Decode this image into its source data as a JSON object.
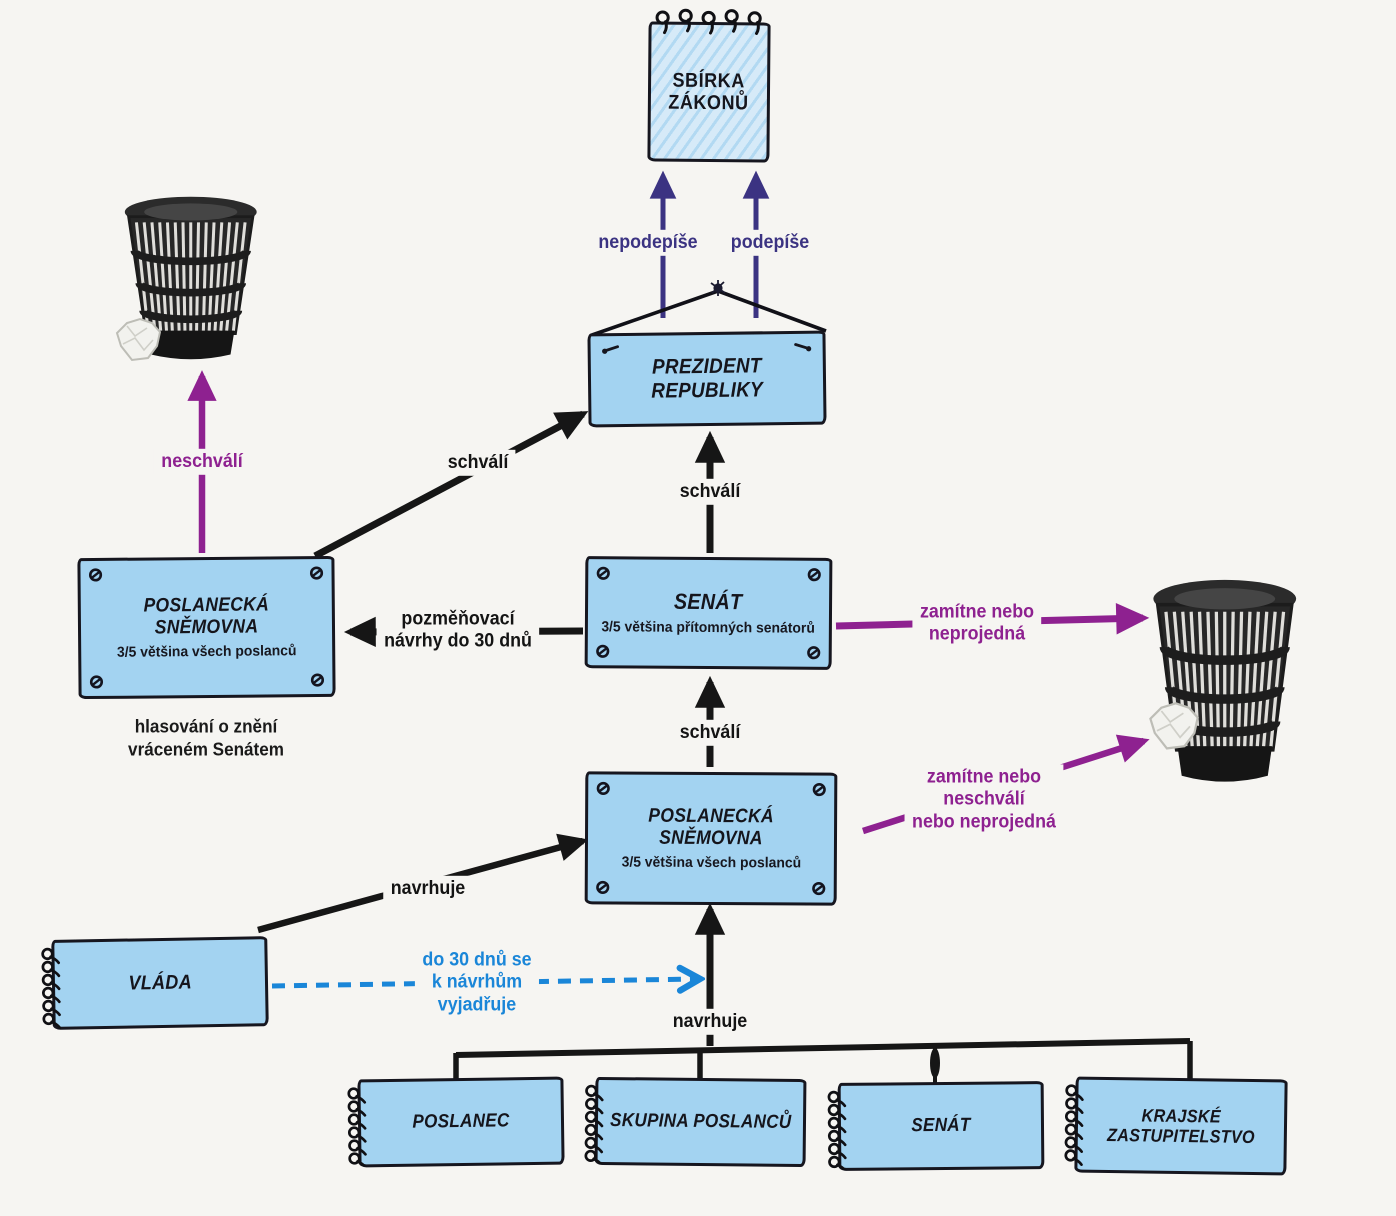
{
  "colors": {
    "bg": "#f6f5f2",
    "ink": "#16161f",
    "line": "#161616",
    "purple": "#8e2190",
    "navy": "#3b3382",
    "blue": "#1a86d8",
    "box-fill": "#a3d3f1"
  },
  "nodes": {
    "sbirka": {
      "title": "SBÍRKA\nZÁKONŮ"
    },
    "prezident": {
      "title": "PREZIDENT REPUBLIKY"
    },
    "senat": {
      "title": "SENÁT",
      "subtitle": "3/5 většina přítomných senátorů"
    },
    "snemovna_horni": {
      "title": "POSLANECKÁ SNĚMOVNA",
      "subtitle": "3/5 většina všech poslanců",
      "caption": "hlasování o znění\nvráceném Senátem"
    },
    "snemovna_dolni": {
      "title": "POSLANECKÁ SNĚMOVNA",
      "subtitle": "3/5 většina všech poslanců"
    },
    "vlada": {
      "title": "VLÁDA"
    },
    "poslanec": {
      "title": "POSLANEC"
    },
    "skupina_poslancu": {
      "title": "SKUPINA POSLANCŮ"
    },
    "senat_navrh": {
      "title": "SENÁT"
    },
    "krajske_zastupitelstvo": {
      "title": "KRAJSKÉ\nZASTUPITELSTVO"
    }
  },
  "labels": {
    "nepodepise": "nepodepíše",
    "podepise": "podepíše",
    "schvali_prezident": "schválí",
    "schvali_diag": "schválí",
    "schvali_senat": "schválí",
    "neschvali": "neschválí",
    "pozmenovaci_navrhy": "pozměňovací\nnávrhy do 30 dnů",
    "zamitne_neprojedna": "zamítne nebo\nneprojedná",
    "zamitne_neschvali_neprojedna": "zamítne nebo\nneschválí\nnebo neprojedná",
    "navrhuje_vlada": "navrhuje",
    "navrhuje_navrhovatele": "navrhuje",
    "do_30_dnu": "do 30 dnů se\nk návrhům\nvyjadřuje"
  }
}
